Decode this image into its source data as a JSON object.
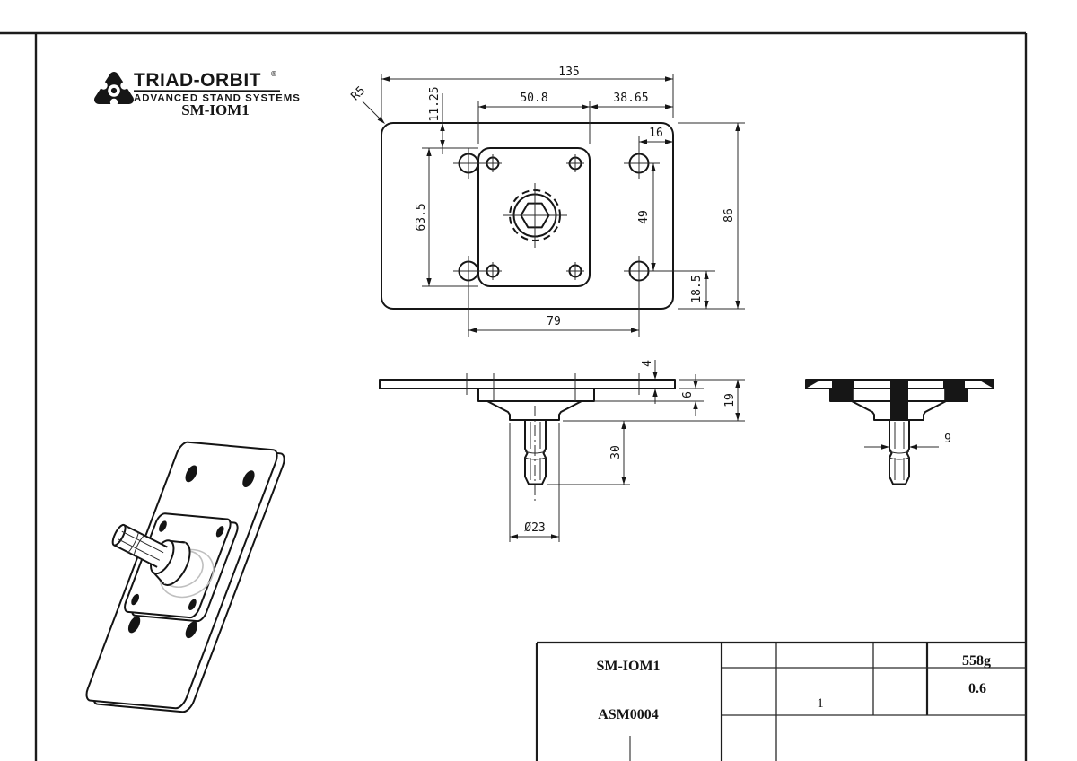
{
  "logo": {
    "brand": "TRIAD-ORBIT",
    "registered": "®",
    "tagline": "ADVANCED STAND SYSTEMS",
    "model": "SM-IOM1"
  },
  "drawing": {
    "top_view": {
      "dim_width": "135",
      "dim_top_offset": "11.25",
      "dim_square_width": "50.8",
      "dim_right_span": "38.65",
      "dim_edge_margin": "16",
      "dim_square_height": "63.5",
      "dim_hole_span_v": "49",
      "dim_height": "86",
      "dim_bottom_margin": "18.5",
      "dim_hole_span_h": "79",
      "corner_radius": "R5"
    },
    "front_view": {
      "dim_plate_thickness": "4",
      "dim_boss_thickness": "6",
      "dim_hub_height": "19",
      "dim_shaft_length": "30",
      "dim_collar_diameter": "Ø23"
    },
    "side_view": {
      "dim_shaft_flat": "9"
    }
  },
  "title_block": {
    "model": "SM-IOM1",
    "assembly": "ASM0004",
    "weight": "558g",
    "scale": "0.6",
    "quantity": "1"
  }
}
